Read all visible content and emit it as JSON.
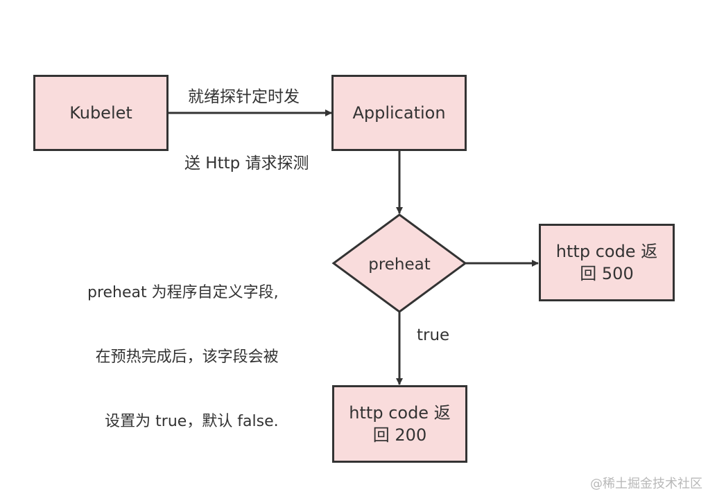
{
  "nodes": {
    "kubelet": "Kubelet",
    "application": "Application",
    "preheat": "preheat",
    "code500_line1": "http code 返",
    "code500_line2": "回 500",
    "code200_line1": "http code 返",
    "code200_line2": "回 200"
  },
  "edges": {
    "probe_label_line1": "就绪探针定时发",
    "probe_label_line2": "送 Http 请求探测",
    "true_label": "true"
  },
  "annotation": {
    "line1": "preheat 为程序自定义字段,",
    "line2": "在预热完成后，该字段会被",
    "line3": "设置为 true，默认 false."
  },
  "watermark": "@稀土掘金技术社区",
  "colors": {
    "node_fill": "#f9dcdc",
    "stroke": "#333333"
  }
}
